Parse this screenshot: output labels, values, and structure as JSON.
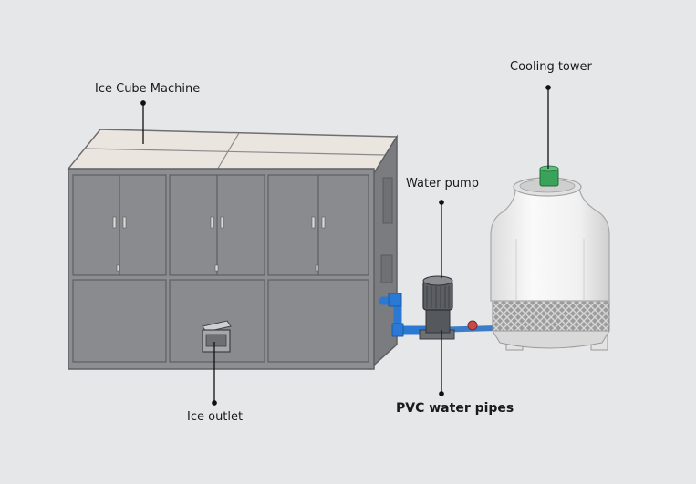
{
  "labels": {
    "ice_cube_machine": "Ice Cube Machine",
    "cooling_tower": "Cooling tower",
    "water_pump": "Water pump",
    "ice_outlet": "Ice outlet",
    "pvc_water_pipes": "PVC water pipes"
  },
  "colors": {
    "background": "#e6e7e9",
    "machine_body": "#8d8e92",
    "machine_panel": "#8a8b8f",
    "machine_top": "#ebe5df",
    "tower_body": "#f3f3f3",
    "fan_motor": "#3aa35a",
    "pipes": "#2a79d4",
    "pump": "#5b5e63",
    "leader_line": "#111111"
  }
}
